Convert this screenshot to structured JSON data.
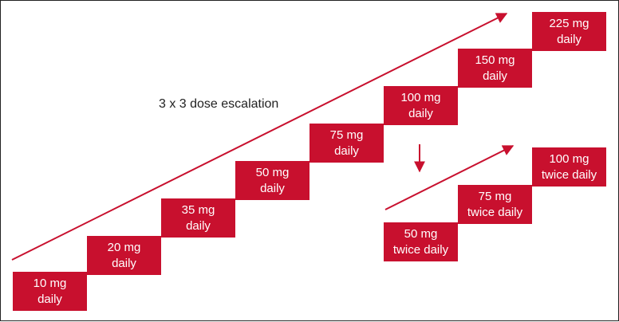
{
  "colors": {
    "step_fill": "#c8102e",
    "arrow": "#c8102e",
    "step_text": "#ffffff",
    "caption_text": "#222222"
  },
  "escalation_label": "3 x 3 dose escalation",
  "daily_steps": [
    {
      "dose": "10 mg",
      "schedule": "daily"
    },
    {
      "dose": "20 mg",
      "schedule": "daily"
    },
    {
      "dose": "35 mg",
      "schedule": "daily"
    },
    {
      "dose": "50 mg",
      "schedule": "daily"
    },
    {
      "dose": "75 mg",
      "schedule": "daily"
    },
    {
      "dose": "100 mg",
      "schedule": "daily"
    },
    {
      "dose": "150 mg",
      "schedule": "daily"
    },
    {
      "dose": "225 mg",
      "schedule": "daily"
    }
  ],
  "twice_daily_steps": [
    {
      "dose": "50 mg",
      "schedule": "twice daily"
    },
    {
      "dose": "75 mg",
      "schedule": "twice daily"
    },
    {
      "dose": "100 mg",
      "schedule": "twice daily"
    }
  ]
}
